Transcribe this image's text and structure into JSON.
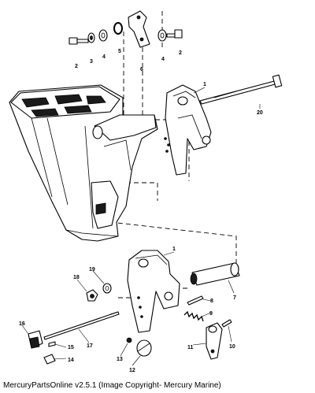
{
  "caption": "MercuryPartsOnline v2.5.1 (Image Copyright- Mercury Marine)",
  "callouts": [
    "1",
    "1",
    "2",
    "2",
    "3",
    "4",
    "4",
    "5",
    "6",
    "7",
    "8",
    "9",
    "10",
    "11",
    "12",
    "13",
    "14",
    "15",
    "16",
    "17",
    "18",
    "19",
    "20"
  ]
}
